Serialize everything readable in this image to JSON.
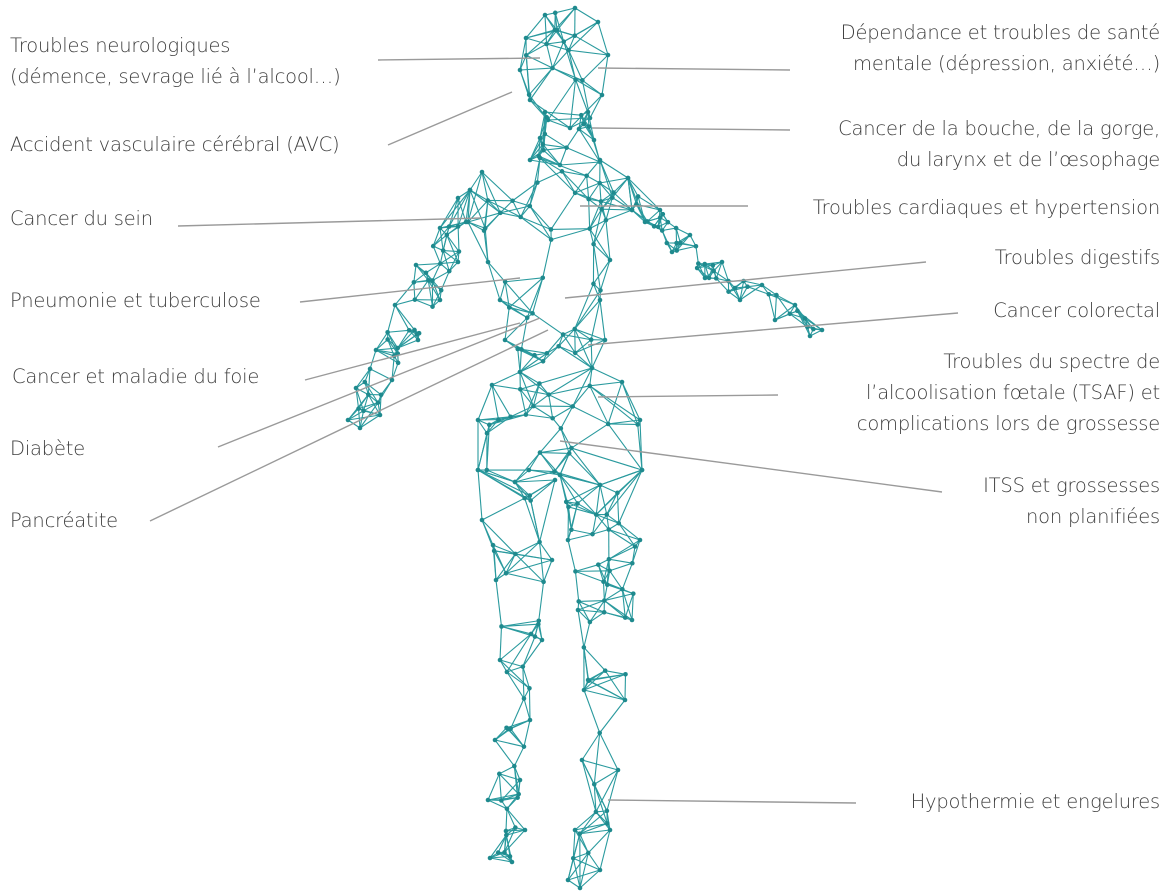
{
  "colors": {
    "mesh": "#2a9a9e",
    "node": "#1f8a8e",
    "leader": "#9a9a9a",
    "text": "#3d3d3d"
  },
  "labels": {
    "neuro": [
      "Troubles neurologiques",
      "(démence, sevrage lié à l’alcool…)"
    ],
    "avc": [
      "Accident vasculaire cérébral (AVC)"
    ],
    "sein": [
      "Cancer du sein"
    ],
    "pneumonie": [
      "Pneumonie et tuberculose"
    ],
    "foie": [
      "Cancer et maladie du foie"
    ],
    "diabete": [
      "Diabète"
    ],
    "pancreatite": [
      "Pancréatite"
    ],
    "dependance": [
      "Dépendance et troubles de santé",
      "mentale (dépression, anxiété…)"
    ],
    "bouche": [
      "Cancer de la bouche, de la gorge,",
      "du larynx et de l’œsophage"
    ],
    "cardiaque": [
      "Troubles cardiaques et hypertension"
    ],
    "digestifs": [
      "Troubles digestifs"
    ],
    "colorectal": [
      "Cancer colorectal"
    ],
    "tsaf": [
      "Troubles du spectre de",
      "l’alcoolisation fœtale (TSAF) et",
      "complications lors de grossesse"
    ],
    "itss": [
      "ITSS et grossesses",
      "non planifiées"
    ],
    "hypothermie": [
      "Hypothermie et engelures"
    ]
  }
}
